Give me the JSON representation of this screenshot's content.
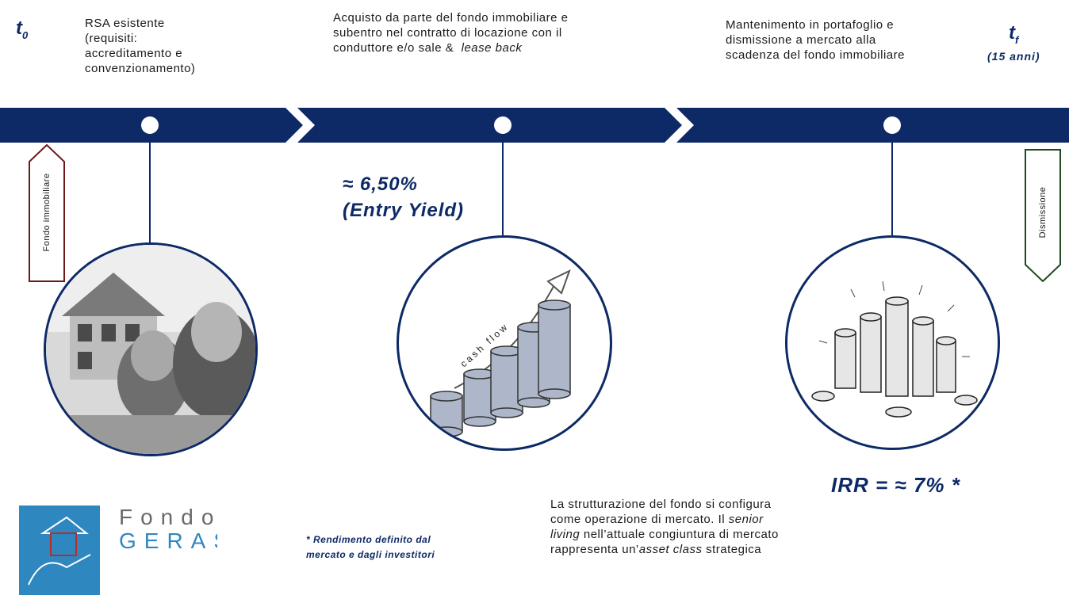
{
  "timeline": {
    "start_label": "t",
    "start_sub": "0",
    "end_label": "t",
    "end_sub": "f",
    "end_note": "(15 anni)"
  },
  "steps": [
    {
      "text_lines": [
        "RSA esistente",
        "(requisiti:",
        "accreditamento e",
        "convenzionamento)"
      ]
    },
    {
      "text_lines": [
        "Acquisto da parte del fondo immobiliare e",
        "subentro nel contratto di locazione con il",
        "conduttore e/o sale &"
      ],
      "text_italic": "lease back"
    },
    {
      "text_lines": [
        "Mantenimento in portafoglio e",
        "dismissione a mercato alla",
        "scadenza del fondo immobiliare"
      ]
    }
  ],
  "tags": {
    "left": "Fondo immobiliare",
    "right": "Dismissione"
  },
  "yield": {
    "line1": "≈ 6,50%",
    "line2": "(Entry Yield)"
  },
  "cashflow_label": "cash flow",
  "irr": "IRR =  ≈ 7% *",
  "footnote": {
    "line1": "* Rendimento definito dal",
    "line2": "mercato e dagli investitori"
  },
  "conclusion": {
    "line1": "La strutturazione del fondo si configura",
    "line2a": "come operazione di mercato. Il ",
    "line2b": "senior",
    "line3a": "living",
    "line3b": " nell’attuale congiuntura di mercato",
    "line4a": "rappresenta un’",
    "line4b": "asset class",
    "line4c": " strategica"
  },
  "logo": {
    "line1": "Fondo",
    "line2": "GERAS"
  },
  "colors": {
    "band": "#0d2a66",
    "left_tag_border": "#6b1a1a",
    "right_tag_border": "#1f4a1f",
    "accent_text": "#0d2a66",
    "logo_blue": "#2f87bf"
  }
}
